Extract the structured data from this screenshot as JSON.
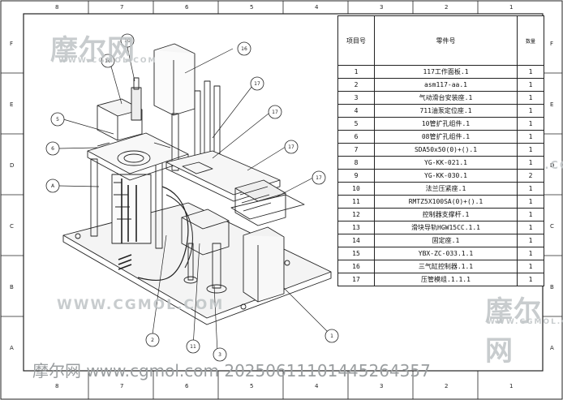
{
  "zone_top": [
    "8",
    "7",
    "6",
    "5",
    "4",
    "3",
    "2",
    "1"
  ],
  "zone_side": [
    "F",
    "E",
    "D",
    "C",
    "B",
    "A"
  ],
  "bom": {
    "headers": {
      "item": "项目号",
      "part": "零件号",
      "qty": "数量"
    },
    "rows": [
      {
        "item": "1",
        "part": "117工作面板.1",
        "qty": "1"
      },
      {
        "item": "2",
        "part": "asm117-aa.1",
        "qty": "1"
      },
      {
        "item": "3",
        "part": "气动滑台安装座.1",
        "qty": "1"
      },
      {
        "item": "4",
        "part": "711油泵定位座.1",
        "qty": "1"
      },
      {
        "item": "5",
        "part": "10管扩孔组件.1",
        "qty": "1"
      },
      {
        "item": "6",
        "part": "08管扩孔组件.1",
        "qty": "1"
      },
      {
        "item": "7",
        "part": "SDA50x50(0)+().1",
        "qty": "1"
      },
      {
        "item": "8",
        "part": "YG-KK-021.1",
        "qty": "1"
      },
      {
        "item": "9",
        "part": "YG-KK-030.1",
        "qty": "2"
      },
      {
        "item": "10",
        "part": "法兰压紧座.1",
        "qty": "1"
      },
      {
        "item": "11",
        "part": "RMTZ5X100SA(0)+().1",
        "qty": "1"
      },
      {
        "item": "12",
        "part": "控制器支撑杆.1",
        "qty": "1"
      },
      {
        "item": "13",
        "part": "滑块导轨HGW15CC.1.1",
        "qty": "1"
      },
      {
        "item": "14",
        "part": "固定座.1",
        "qty": "1"
      },
      {
        "item": "15",
        "part": "YBX-ZC-033.1.1",
        "qty": "1"
      },
      {
        "item": "16",
        "part": "三气缸控制器.1.1",
        "qty": "1"
      },
      {
        "item": "17",
        "part": "压管模组.1.1.1",
        "qty": "1"
      }
    ]
  },
  "balloons": [
    "10",
    "10",
    "16",
    "17",
    "5",
    "6",
    "17",
    "17",
    "A",
    "17",
    "2",
    "11",
    "3",
    "1"
  ],
  "watermark": {
    "cn": "摩尔网",
    "en": "WWW.CGMOL.COM",
    "footer": "摩尔网 www.cgmol.com 20250611101445264357"
  }
}
